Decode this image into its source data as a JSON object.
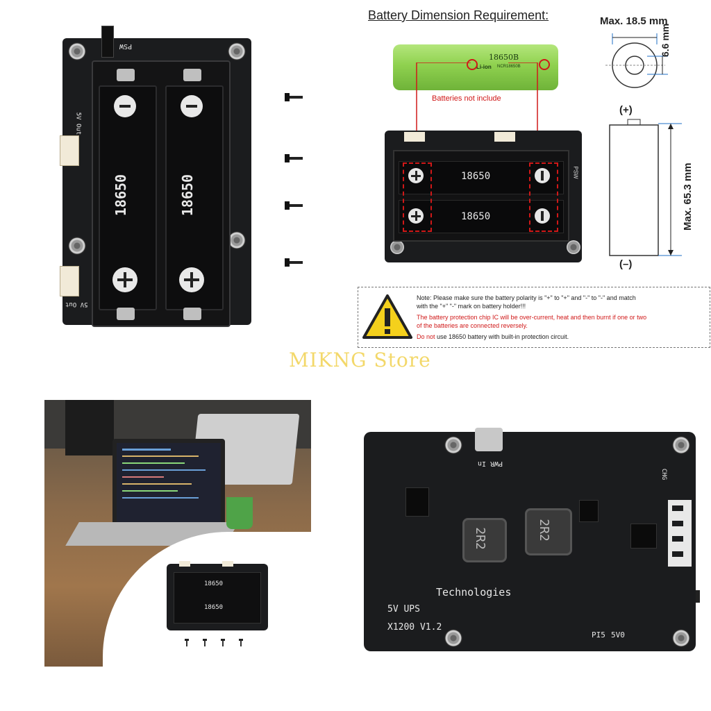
{
  "watermark": "MIKNG Store",
  "top_left_board": {
    "label_psw": "PSW",
    "label_5v_out_top": "5V Out",
    "label_5v_out_bottom": "5V Out",
    "cell_label_left": "18650",
    "cell_label_right": "18650"
  },
  "battery_dims": {
    "heading": "Battery Dimension Requirement:",
    "max_diameter": "Max. 18.5 mm",
    "terminal": "6.6 mm",
    "max_length": "Max. 65.3 mm",
    "plus": "(+)",
    "minus": "(–)",
    "battery_model": "18650B",
    "battery_chem": "Li-ion",
    "battery_code": "NCR18650B",
    "batteries_note": "Batteries not include",
    "holder_label_top": "18650",
    "holder_label_bottom": "18650",
    "holder_psw": "PSW"
  },
  "note": {
    "line1": "Note: Please make sure the battery polarity is \"+\" to \"+\" and \"-\" to \"-\" and match",
    "line2": "with the \"+\" \"-\" mark on battery holder!!!",
    "line3": "The battery protection chip IC will be over-current, heat and then burnt if one or two",
    "line4": "of the batteries are connected reversely.",
    "line5_red": "Do not",
    "line5_rest": " use 18650 battery with built-in protection circuit."
  },
  "inset_board": {
    "label_top": "18650",
    "label_bottom": "18650"
  },
  "bottom_board": {
    "pwr_in": "PWR In",
    "chg": "CHG",
    "inductor_1": "2R2",
    "inductor_2": "2R2",
    "technologies": "Technologies",
    "ups": "5V UPS",
    "model": "X1200 V1.2",
    "pi5": "PI5",
    "fivevo": "5V0"
  },
  "colors": {
    "pcb": "#1b1c1e",
    "battery_green": "#8fd14f",
    "warning_yellow": "#f4d01c",
    "dimension_blue": "#1f6fc4",
    "red_marker": "#d01818"
  }
}
